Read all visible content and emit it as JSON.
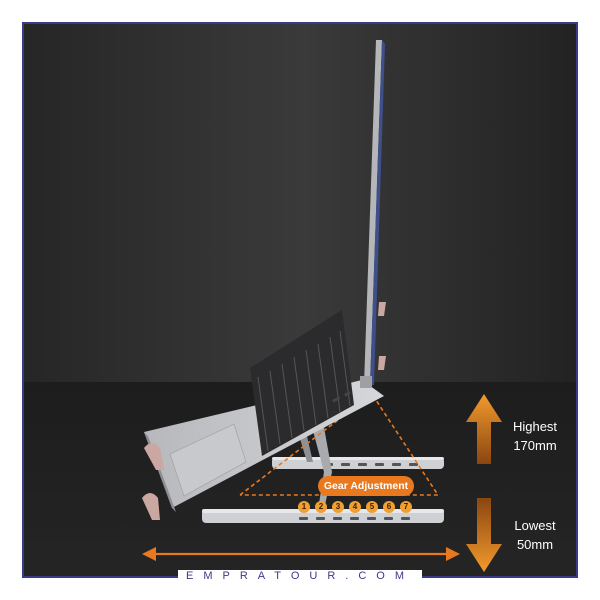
{
  "image": {
    "description_colors": {
      "background_dark": "#2b2b2b",
      "floor": "#1e1e1e",
      "accent": "#e9791f",
      "frame": "#3b3a8a",
      "laptop": "#b9bbbf"
    }
  },
  "annotations": {
    "gear_label": "Gear Adjustment",
    "gear_numbers": [
      "1",
      "2",
      "3",
      "4",
      "5",
      "6",
      "7"
    ],
    "highest_title": "Highest",
    "highest_value": "170mm",
    "lowest_title": "Lowest",
    "lowest_value": "50mm"
  },
  "watermark": "EMPRATOUR.COM"
}
